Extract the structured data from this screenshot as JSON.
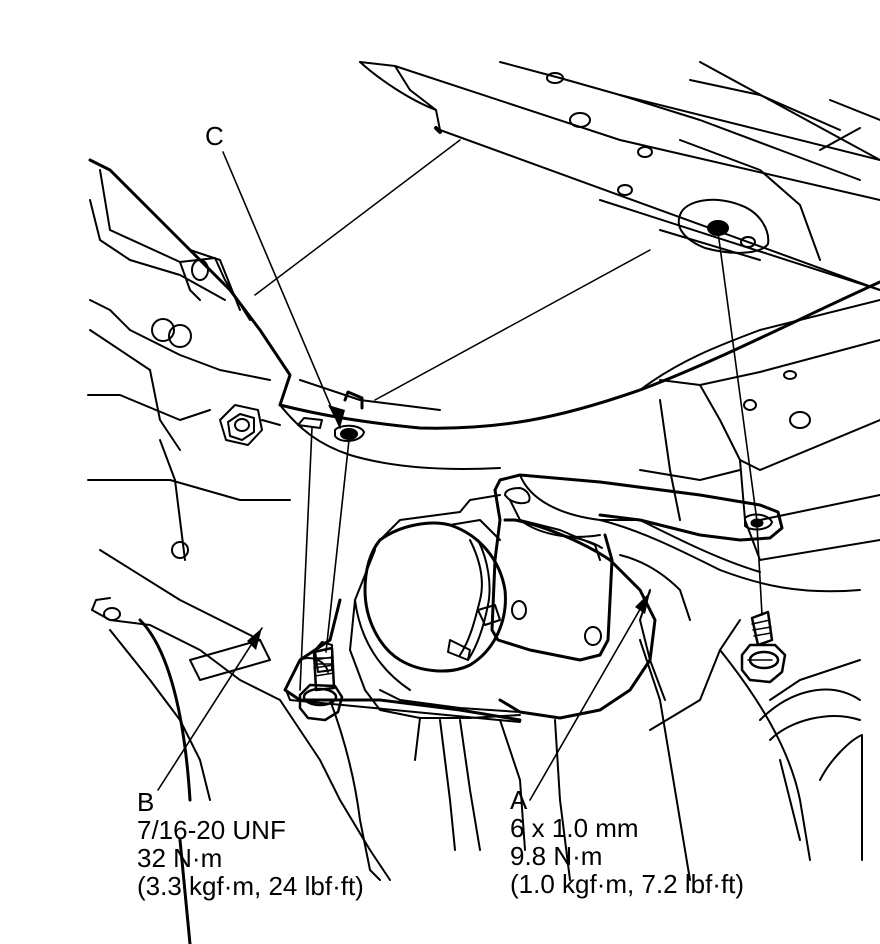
{
  "callouts": {
    "c": {
      "letter": "C"
    },
    "b": {
      "letter": "B",
      "size": "7/16-20 UNF",
      "torque_nm": "32 N·m",
      "torque_alt": "(3.3 kgf·m, 24 lbf·ft)"
    },
    "a": {
      "letter": "A",
      "size": "6 x 1.0 mm",
      "torque_nm": "9.8 N·m",
      "torque_alt": "(1.0 kgf·m, 7.2 lbf·ft)"
    }
  },
  "colors": {
    "line": "#000000",
    "background": "#ffffff"
  },
  "icons": [
    "bolt-a-icon",
    "bolt-b-icon",
    "motor-unit-icon",
    "bracket-icon"
  ]
}
